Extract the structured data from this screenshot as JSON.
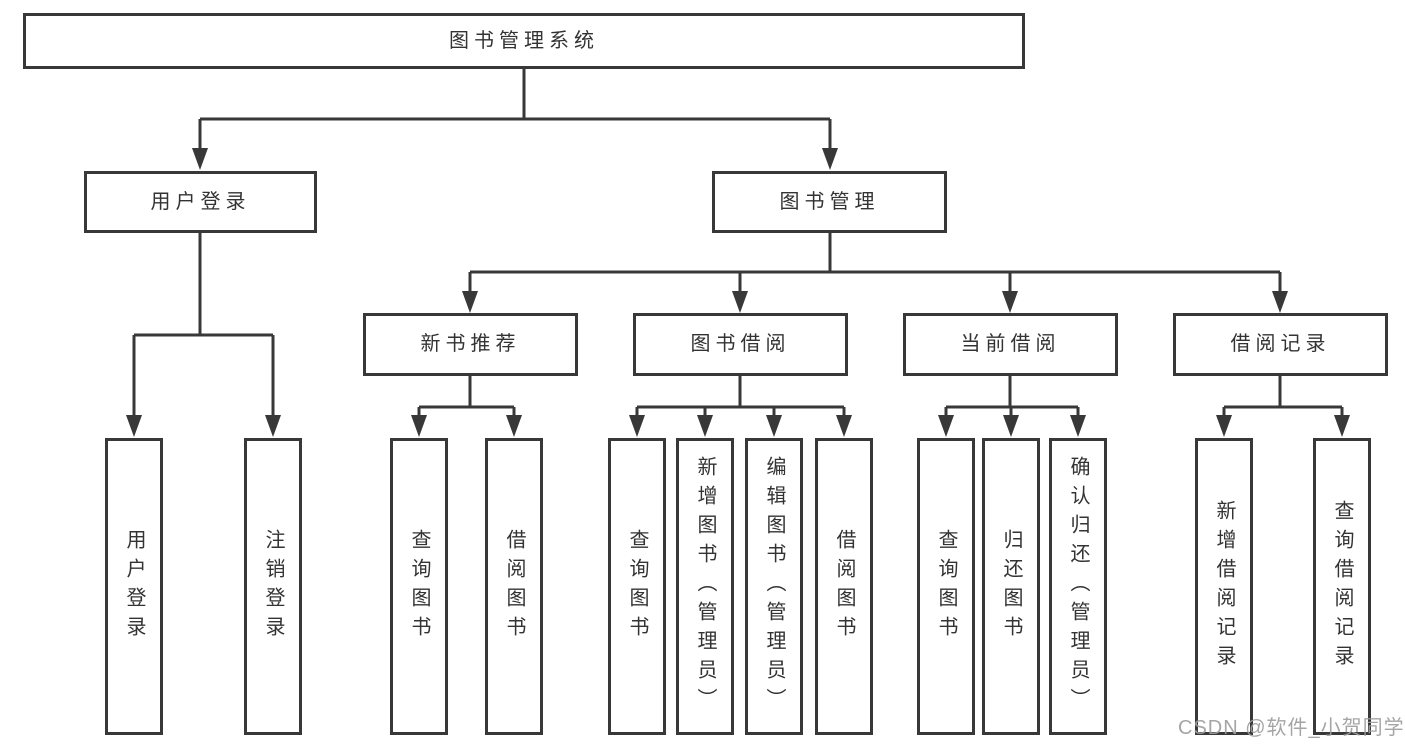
{
  "tree": {
    "root": {
      "label": "图书管理系统"
    },
    "branches": [
      {
        "label": "用户登录",
        "leaves": [
          "用户登录",
          "注销登录"
        ]
      },
      {
        "label": "图书管理",
        "groups": [
          {
            "label": "新书推荐",
            "leaves": [
              "查询图书",
              "借阅图书"
            ]
          },
          {
            "label": "图书借阅",
            "leaves": [
              "查询图书",
              "新增图书（管理员）",
              "编辑图书（管理员）",
              "借阅图书"
            ]
          },
          {
            "label": "当前借阅",
            "leaves": [
              "查询图书",
              "归还图书",
              "确认归还（管理员）"
            ]
          },
          {
            "label": "借阅记录",
            "leaves": [
              "新增借阅记录",
              "查询借阅记录"
            ]
          }
        ]
      }
    ]
  },
  "watermark": "CSDN @软件_小贺同学",
  "colors": {
    "line": "#383838",
    "text": "#333333",
    "watermark": "#9e9e9e",
    "background": "#ffffff"
  }
}
